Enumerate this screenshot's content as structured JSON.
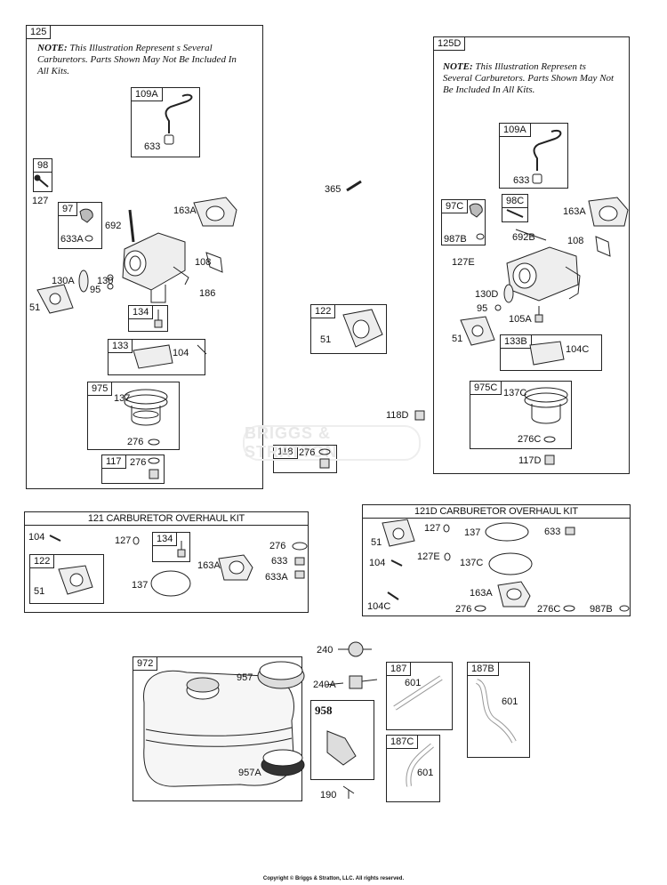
{
  "notes": {
    "n125_label": "NOTE:",
    "n125_text": "This Illustration Represent s Several Carburetors. Parts Shown May Not Be Included In All Kits.",
    "n125d_label": "NOTE:",
    "n125d_text": "This Illustration Represen ts Several Carburetors. Parts Shown May Not Be Included In All Kits."
  },
  "watermark": "BRIGGS & STRATTON",
  "copyright": "Copyright © Briggs & Stratton, LLC. All rights reserved.",
  "boxes": {
    "b125": "125",
    "b109a": "109A",
    "b98": "98",
    "b97": "97",
    "b134": "134",
    "b133": "133",
    "b975": "975",
    "b117": "117",
    "b122": "122",
    "b118": "118",
    "b125d": "125D",
    "b109a_d": "109A",
    "b97c": "97C",
    "b98c": "98C",
    "b133b": "133B",
    "b975c": "975C",
    "b134k": "134",
    "b122k": "122",
    "b972": "972",
    "b958": "958",
    "b187": "187",
    "b187b": "187B",
    "b187c": "187C"
  },
  "kits": {
    "k121": "121 CARBURETOR OVERHAUL KIT",
    "k121d": "121D CARBURETOR OVERHAUL KIT"
  },
  "labels": {
    "l633_a": "633",
    "l127_a": "127",
    "l692": "692",
    "l163a_a": "163A",
    "l633a_a": "633A",
    "l108_a": "108",
    "l130a": "130A",
    "l130": "130",
    "l95_a": "95",
    "l186": "186",
    "l51_a": "51",
    "l104_a": "104",
    "l137_a": "137",
    "l276_a": "276",
    "l276_b": "276",
    "l365": "365",
    "l51_b": "51",
    "l118d": "118D",
    "l276_c": "276",
    "l633_d": "633",
    "l987b_a": "987B",
    "l692b": "692B",
    "l163a_d": "163A",
    "l108_d": "108",
    "l127e_a": "127E",
    "l130d": "130D",
    "l95_d": "95",
    "l105a": "105A",
    "l51_d": "51",
    "l104c_a": "104C",
    "l137c_a": "137C",
    "l276c_a": "276C",
    "l117d": "117D",
    "k_104": "104",
    "k_127": "127",
    "k_276": "276",
    "k_633": "633",
    "k_633a": "633A",
    "k_163a": "163A",
    "k_137": "137",
    "k_51": "51",
    "kd_51": "51",
    "kd_127": "127",
    "kd_137": "137",
    "kd_633": "633",
    "kd_104": "104",
    "kd_127e": "127E",
    "kd_137c": "137C",
    "kd_163a": "163A",
    "kd_104c": "104C",
    "kd_276": "276",
    "kd_276c": "276C",
    "kd_987b": "987B",
    "l240": "240",
    "l240a": "240A",
    "l957": "957",
    "l957a": "957A",
    "l190": "190",
    "l601_a": "601",
    "l601_b": "601",
    "l601_c": "601"
  }
}
